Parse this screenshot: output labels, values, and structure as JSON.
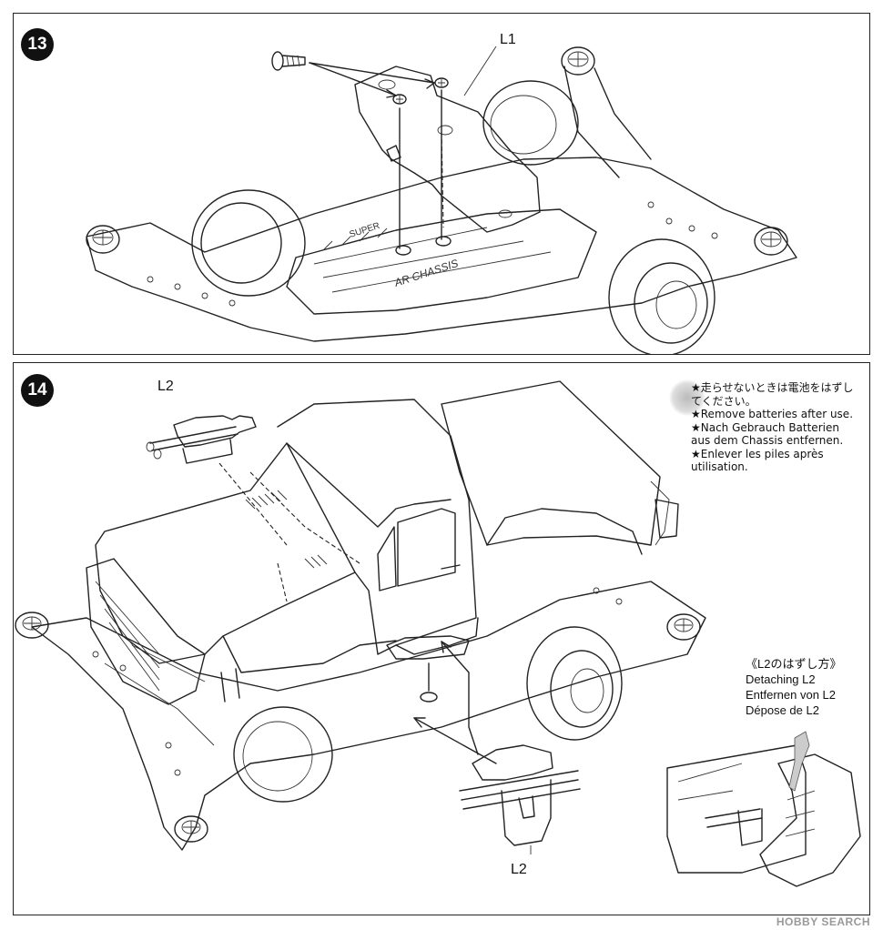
{
  "step13": {
    "number": "13",
    "part_label": "L1",
    "chassis_print_1": "SUPER",
    "chassis_print_2": "AR CHASSIS"
  },
  "step14": {
    "number": "14",
    "part_label_top": "L2",
    "part_label_bottom": "L2",
    "note": [
      "★走らせないときは電池をはずし",
      "てください。",
      "★Remove batteries after use.",
      "★Nach Gebrauch Batterien",
      "aus dem Chassis entfernen.",
      "★Enlever les piles après",
      "utilisation."
    ],
    "detach_caption": [
      "《L2のはずし方》",
      "Detaching L2",
      "Entfernen von L2",
      "Dépose de L2"
    ]
  },
  "watermark": "HOBBY SEARCH",
  "icons": [
    "screw-icon",
    "direction-arrow-icon",
    "batteries-icon"
  ]
}
